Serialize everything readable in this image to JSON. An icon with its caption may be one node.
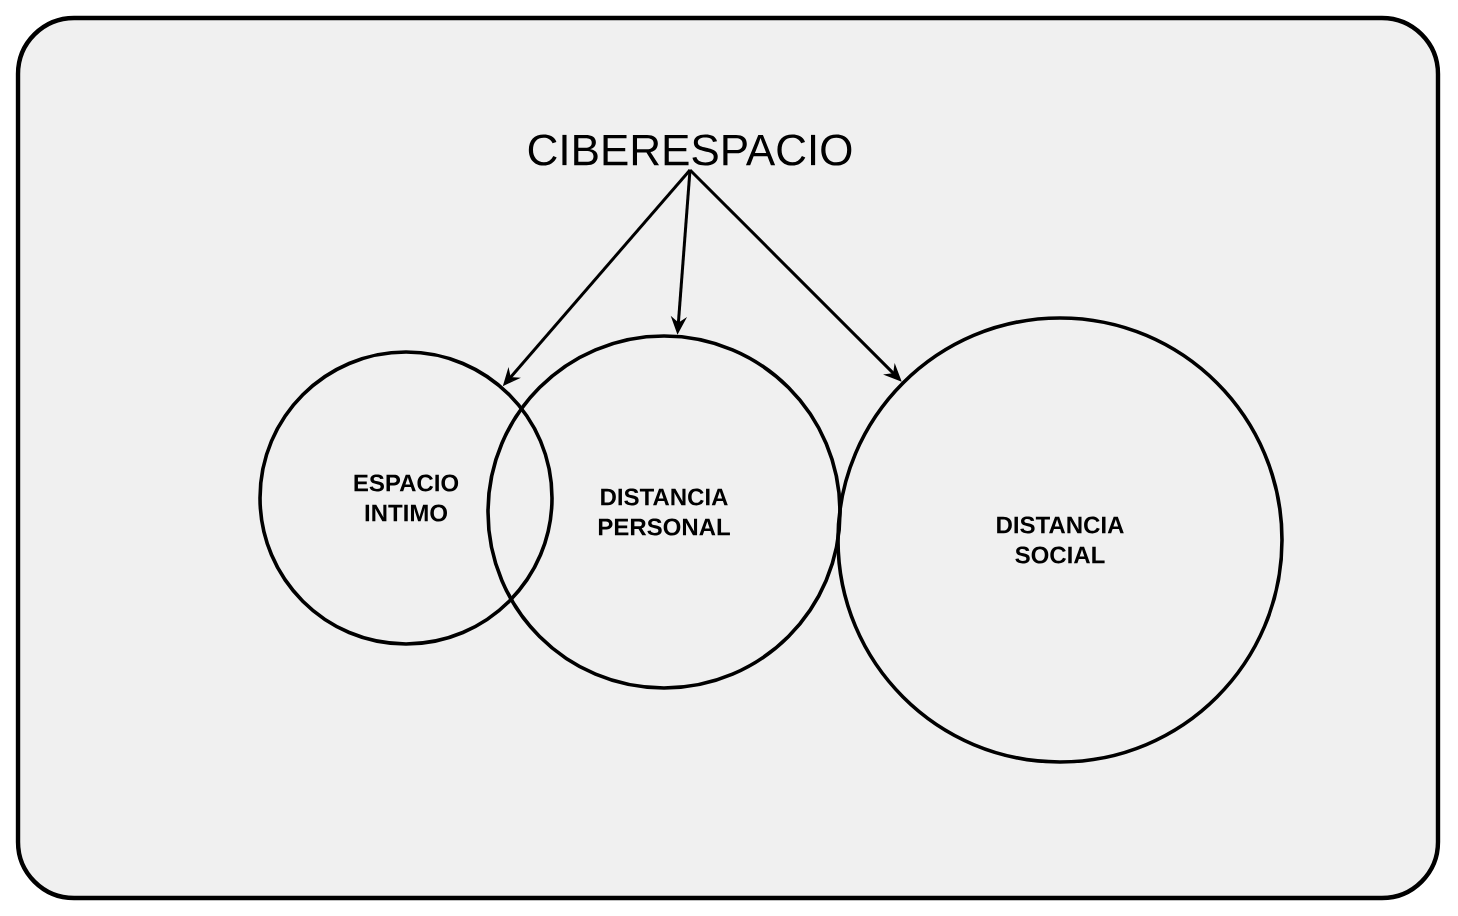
{
  "diagram": {
    "nodes": [
      {
        "text": [],
        "shape": "box"
      },
      {
        "text": [
          "CIBERESPACIO"
        ],
        "in": 0
      },
      {
        "text": [
          "ESPACIO INTIMO"
        ],
        "in": 0
      },
      {
        "text": [
          "DISTANCIA PERSONAL"
        ],
        "in": 0
      },
      {
        "text": [
          "DISTANCIA SOCIAL"
        ],
        "in": 0
      }
    ],
    "edges": [
      {
        "from": 1,
        "to": 2,
        "arrow": "to"
      },
      {
        "from": 1,
        "to": 3,
        "arrow": "to"
      },
      {
        "from": 1,
        "to": 4,
        "arrow": "to"
      }
    ]
  }
}
